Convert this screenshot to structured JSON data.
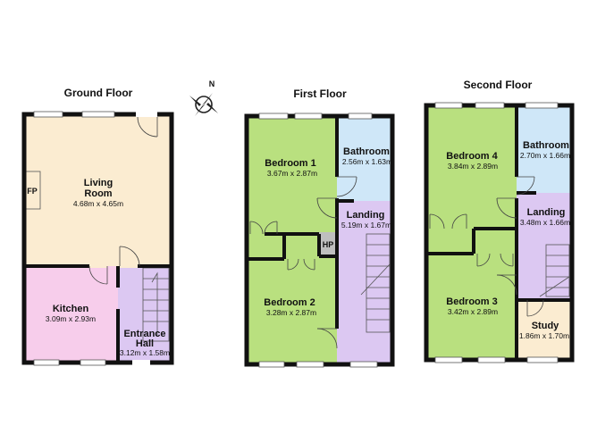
{
  "floors": {
    "ground": {
      "title": "Ground Floor",
      "fireplace_label": "FP",
      "living_room": {
        "name_line1": "Living",
        "name_line2": "Room",
        "dimensions": "4.68m x 4.65m"
      },
      "kitchen": {
        "name": "Kitchen",
        "dimensions": "3.09m x 2.93m"
      },
      "entrance_hall": {
        "name_line1": "Entrance",
        "name_line2": "Hall",
        "dimensions": "3.12m x 1.58m"
      }
    },
    "first": {
      "title": "First Floor",
      "bedroom_1": {
        "name": "Bedroom 1",
        "dimensions": "3.67m x 2.87m"
      },
      "bathroom": {
        "name": "Bathroom",
        "dimensions": "2.56m x 1.63m"
      },
      "landing": {
        "name": "Landing",
        "dimensions": "5.19m x 1.67m"
      },
      "hp_label": "HP",
      "bedroom_2": {
        "name": "Bedroom 2",
        "dimensions": "3.28m x 2.87m"
      }
    },
    "second": {
      "title": "Second Floor",
      "bedroom_4": {
        "name": "Bedroom 4",
        "dimensions": "3.84m x 2.89m"
      },
      "bathroom": {
        "name": "Bathroom",
        "dimensions": "2.70m x 1.66m"
      },
      "landing": {
        "name": "Landing",
        "dimensions": "3.48m x 1.66m"
      },
      "bedroom_3": {
        "name": "Bedroom 3",
        "dimensions": "3.42m x 2.89m"
      },
      "study": {
        "name": "Study",
        "dimensions": "1.86m x 1.70m"
      }
    }
  },
  "compass": {
    "label": "N"
  },
  "colors": {
    "living_room": "#fbecd1",
    "kitchen": "#f7cdeb",
    "hall_landing": "#dcc8f2",
    "bedroom": "#b9e07f",
    "bathroom": "#cfe7f8",
    "study": "#fbecd1",
    "hp": "#bfbfbf",
    "wall": "#111111"
  }
}
